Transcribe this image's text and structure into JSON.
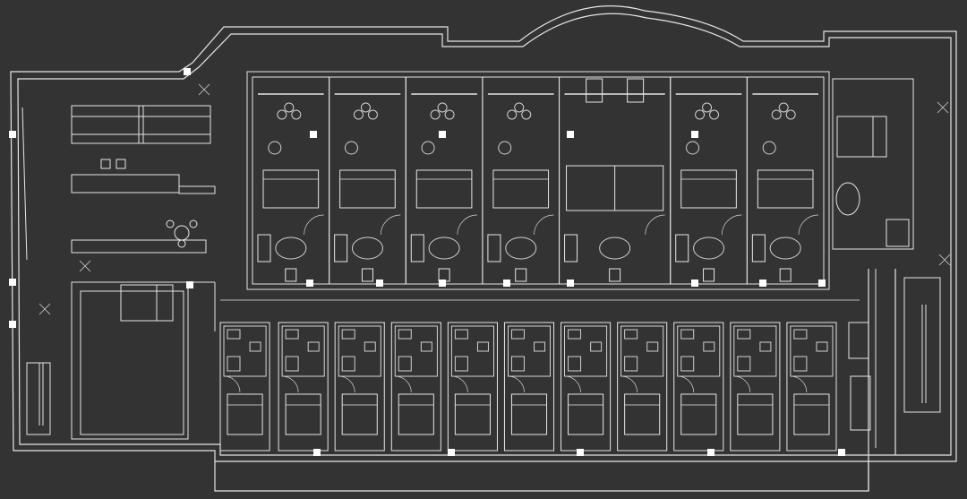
{
  "diagram": {
    "type": "architectural-floor-plan",
    "background_color": "#333333",
    "line_color": "#e6e6e6",
    "fixture_color": "#d0d0d0",
    "column_color": "#ffffff",
    "north_rooms": [
      {
        "layout": "double",
        "bed": "single"
      },
      {
        "layout": "twin",
        "bed": "single"
      },
      {
        "layout": "twin",
        "bed": "single"
      },
      {
        "layout": "twin",
        "bed": "single"
      },
      {
        "layout": "suite",
        "bed": "double"
      },
      {
        "layout": "twin",
        "bed": "single"
      },
      {
        "layout": "double",
        "bed": "single"
      }
    ],
    "south_rooms": [
      {
        "layout": "single"
      },
      {
        "layout": "pair"
      },
      {
        "layout": "pair"
      },
      {
        "layout": "pair"
      },
      {
        "layout": "pair"
      },
      {
        "layout": "pair"
      }
    ],
    "icons": [
      "bed-icon",
      "armchair-icon",
      "bathtub-icon",
      "toilet-icon",
      "washbasin-icon",
      "door-swing-icon",
      "column-icon",
      "stair-icon",
      "plant-icon"
    ]
  }
}
